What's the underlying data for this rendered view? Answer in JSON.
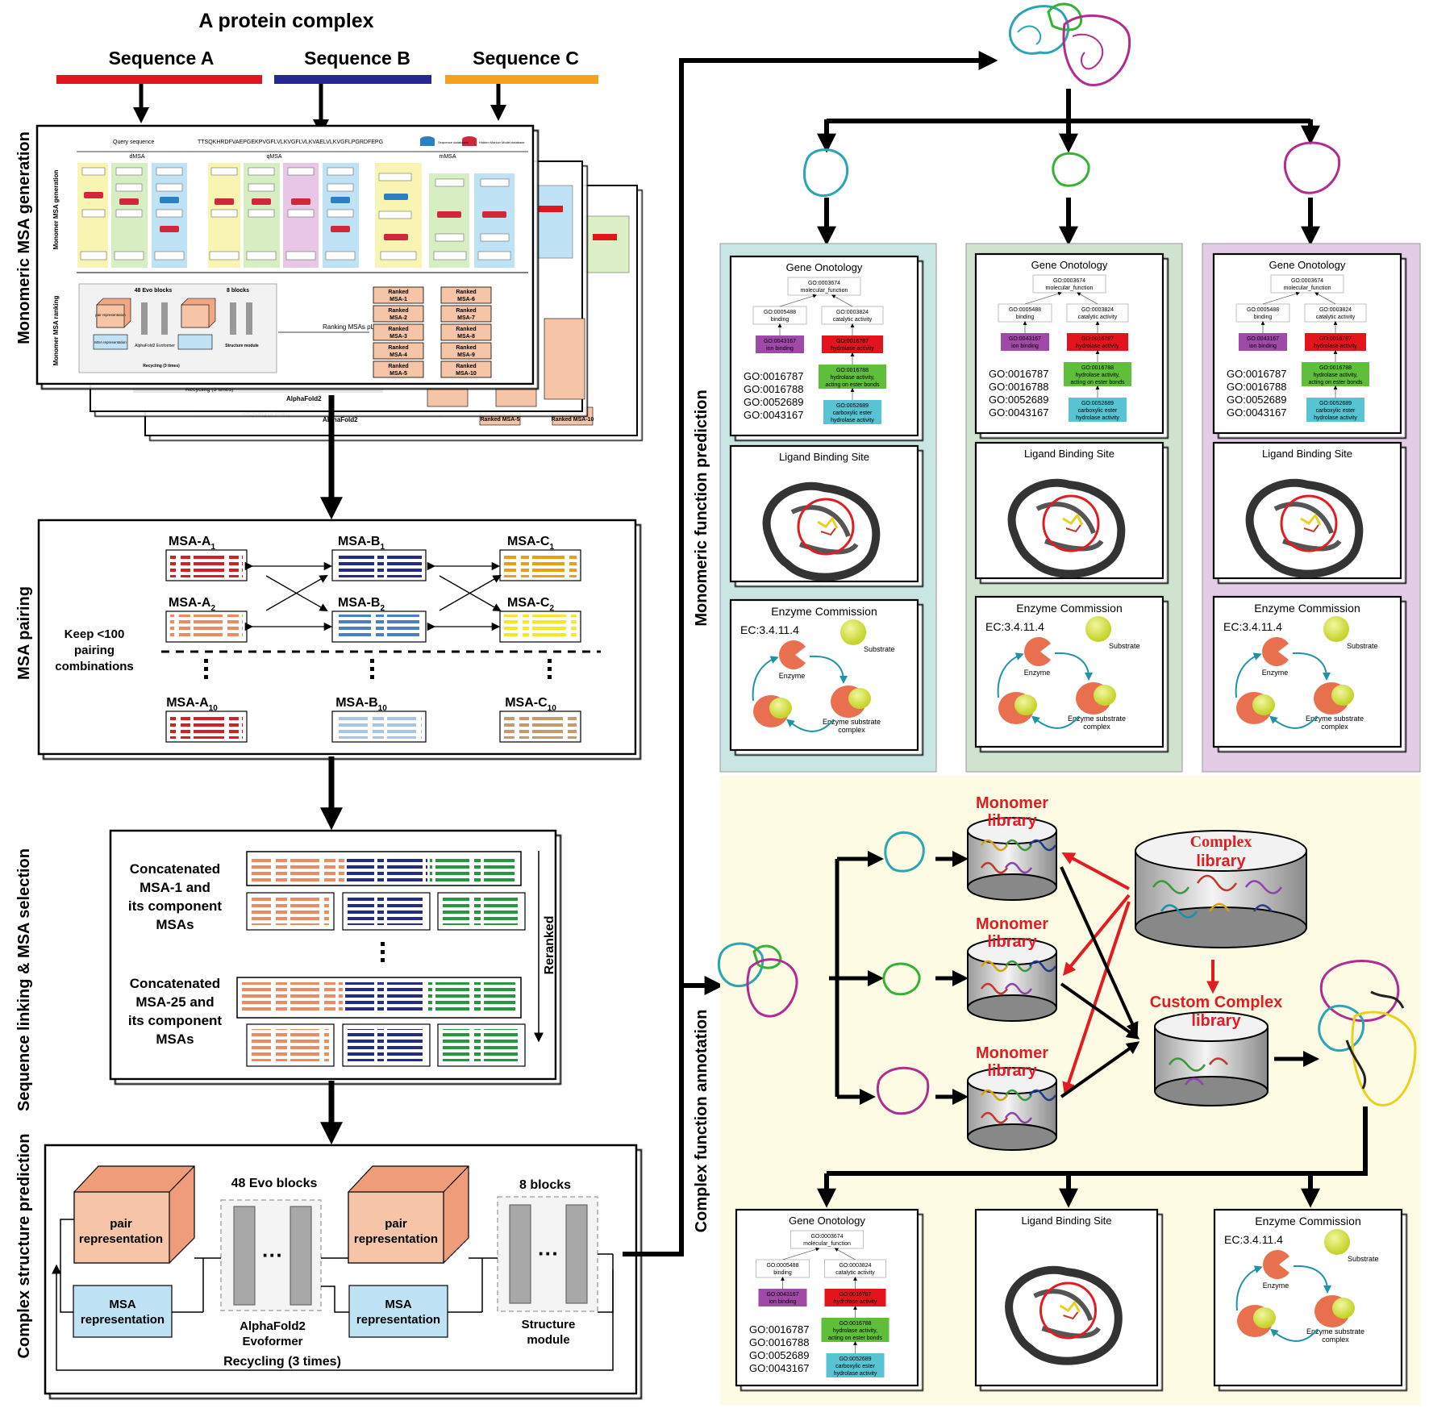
{
  "title": "A protein complex",
  "sequences": [
    {
      "label": "Sequence A",
      "color": "#e3141b"
    },
    {
      "label": "Sequence B",
      "color": "#25288f"
    },
    {
      "label": "Sequence C",
      "color": "#f5a11f"
    }
  ],
  "sections": {
    "monomeric_msa": "Monomeric MSA generation",
    "msa_pairing": "MSA pairing",
    "seq_linking": "Sequence linking & MSA selection",
    "complex_structure": "Complex structure prediction",
    "monomeric_function": "Monomeric function prediction",
    "complex_function": "Complex function annotation"
  },
  "msa_generation_panel": {
    "query_label": "Query sequence",
    "query_seq": "TTSQKHRDFVAEPGEKPVGFLVLKVGFLVLKVAELVLKVGFLPGRDFEPG",
    "sub_monomer_generation": "Monomer MSA generation",
    "sub_monomer_ranking": "Monomer MSA ranking",
    "dmsa": "dMSA",
    "qmsa": "qMSA",
    "mmsa": "mMSA",
    "legend_seq_db": "Sequence databases",
    "legend_hmm_db": "Hidden Markov Model database",
    "ranking_label": "Ranking MSAs pLDDT",
    "evo_blocks": "48 Evo blocks",
    "blocks8": "8 blocks",
    "pair_rep": "pair representation",
    "msa_rep": "MSA representation",
    "evoformer": "AlphaFold2 Evoformer",
    "structure_module": "Structure module",
    "recycling": "Recycling (3 times)",
    "alphafold2": "AlphaFold2",
    "ranked_col1": [
      "Ranked MSA-1",
      "Ranked MSA-2",
      "Ranked MSA-3",
      "Ranked MSA-4",
      "Ranked MSA-5"
    ],
    "ranked_col2": [
      "Ranked MSA-6",
      "Ranked MSA-7",
      "Ranked MSA-8",
      "Ranked MSA-9",
      "Ranked MSA-10"
    ],
    "back_ranked_a": "Ranked MSA-5",
    "back_ranked_b": "Ranked MSA-10"
  },
  "pairing": {
    "rows": [
      [
        "MSA-A1",
        "MSA-B1",
        "MSA-C1"
      ],
      [
        "MSA-A2",
        "MSA-B2",
        "MSA-C2"
      ],
      [
        "MSA-A10",
        "MSA-B10",
        "MSA-C10"
      ]
    ],
    "keep_text": [
      "Keep <100",
      "pairing",
      "combinations"
    ]
  },
  "linking": {
    "concat1": [
      "Concatenated",
      "MSA-1 and",
      "its component",
      "MSAs"
    ],
    "concat25": [
      "Concatenated",
      "MSA-25 and",
      "its component",
      "MSAs"
    ],
    "reranked": "Reranked"
  },
  "structure": {
    "evo_blocks": "48 Evo blocks",
    "blocks8": "8 blocks",
    "pair_rep": [
      "pair",
      "representation"
    ],
    "msa_rep": [
      "MSA",
      "representation"
    ],
    "evoformer": [
      "AlphaFold2",
      "Evoformer"
    ],
    "structure_module": [
      "Structure",
      "module"
    ],
    "recycling": "Recycling (3 times)"
  },
  "function_card": {
    "go_title": "Gene Onotology",
    "go_root": [
      "GO:0003674",
      "molecular_function"
    ],
    "go_binding": [
      "GO:0005488",
      "binding"
    ],
    "go_catalytic": [
      "GO:0003824",
      "catalytic activity"
    ],
    "go_ion": [
      "GO:0043167",
      "ion binding"
    ],
    "go_hydrolase": [
      "GO:0016787",
      "hydrolase activity"
    ],
    "go_ester": [
      "GO:0016788",
      "hydrolase activity,",
      "acting on ester bonds"
    ],
    "go_carboxylic": [
      "GO:0052689",
      "carboxylic ester",
      "hydrolase activity"
    ],
    "go_list": [
      "GO:0016787",
      "GO:0016788",
      "GO:0052689",
      "GO:0043167"
    ],
    "ligand_title": "Ligand Binding Site",
    "ec_title": "Enzyme Commission",
    "ec_number": "EC:3.4.11.4",
    "substrate": "Substrate",
    "enzyme": "Enzyme",
    "complex": [
      "Enzyme substrate",
      "complex"
    ]
  },
  "libraries": {
    "monomer": [
      "Monomer",
      "library"
    ],
    "complex": [
      "Complex",
      "library"
    ],
    "custom": [
      "Custom Complex",
      "library"
    ]
  },
  "colors": {
    "cyan_panel": "#c9e6e4",
    "green_panel": "#cfe3cf",
    "purple_panel": "#e3cde6",
    "yellow_panel": "#fdfbe3",
    "pair_box": "#f6c4a6",
    "msa_box": "#bfe3f5",
    "red_text": "#e21d22",
    "go_purple": "#a04aa8",
    "go_red": "#e3141b",
    "go_green": "#5fbf3a",
    "go_cyan": "#58c3d3"
  }
}
